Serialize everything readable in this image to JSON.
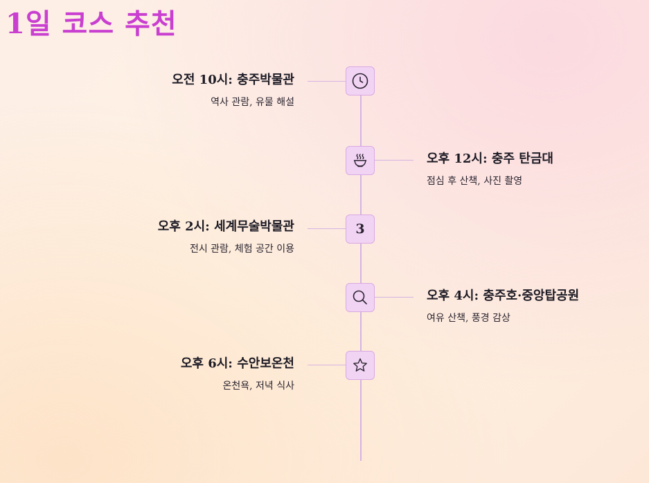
{
  "title": "1일 코스 추천",
  "colors": {
    "title": "#c93fd0",
    "node_fill": "#f1d4f3",
    "line": "#d5b3e3"
  },
  "items": [
    {
      "title": "오전 10시: 충주박물관",
      "desc": "역사 관람, 유물 해설",
      "icon": "clock-icon",
      "side": "left"
    },
    {
      "title": "오후 12시: 충주 탄금대",
      "desc": "점심 후 산책, 사진 촬영",
      "icon": "food-bowl-icon",
      "side": "right"
    },
    {
      "title": "오후 2시: 세계무술박물관",
      "desc": "전시 관람, 체험 공간 이용",
      "icon": "number",
      "number": "3",
      "side": "left"
    },
    {
      "title": "오후 4시: 충주호·중앙탑공원",
      "desc": "여유 산책, 풍경 감상",
      "icon": "search-icon",
      "side": "right"
    },
    {
      "title": "오후 6시: 수안보온천",
      "desc": "온천욕, 저녁 식사",
      "icon": "star-icon",
      "side": "left"
    }
  ]
}
